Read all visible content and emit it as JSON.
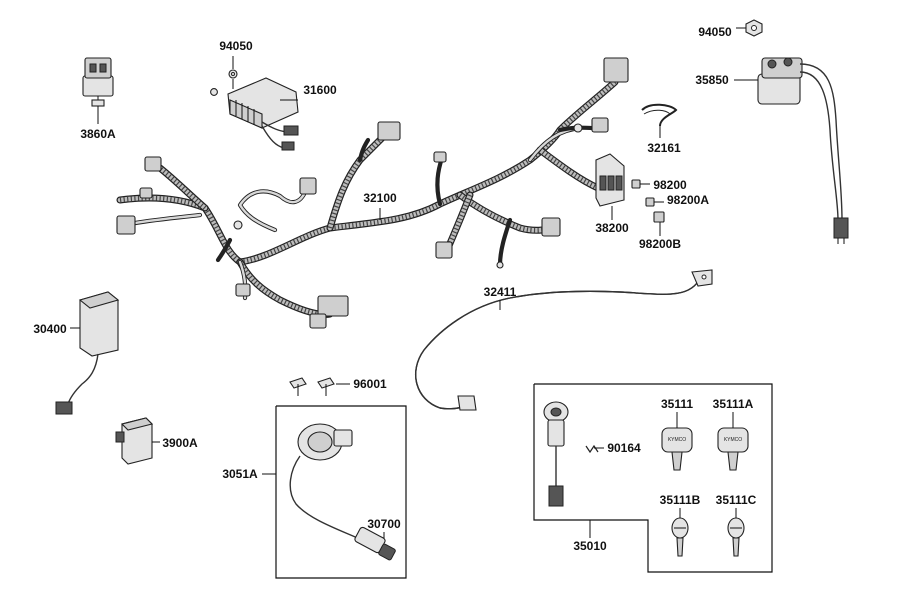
{
  "labels": {
    "p3860A": "3860A",
    "p94050a": "94050",
    "p31600": "31600",
    "p94050b": "94050",
    "p35850": "35850",
    "p32161": "32161",
    "p32100": "32100",
    "p98200": "98200",
    "p98200A": "98200A",
    "p38200": "38200",
    "p98200B": "98200B",
    "p32411": "32411",
    "p30400": "30400",
    "p96001": "96001",
    "p3900A": "3900A",
    "p3051A": "3051A",
    "p30700": "30700",
    "p35111": "35111",
    "p35111A": "35111A",
    "p90164": "90164",
    "p35111B": "35111B",
    "p35111C": "35111C",
    "p35010": "35010"
  },
  "key_brand": "KYMCO",
  "icons": {
    "relay": "relay-icon",
    "regulator": "regulator-icon",
    "starter_relay": "starter-relay-icon",
    "harness": "wire-harness-icon",
    "cdi": "cdi-unit-icon",
    "ignition_coil": "ignition-coil-icon",
    "ignition_switch": "ignition-switch-icon",
    "key": "key-icon"
  }
}
